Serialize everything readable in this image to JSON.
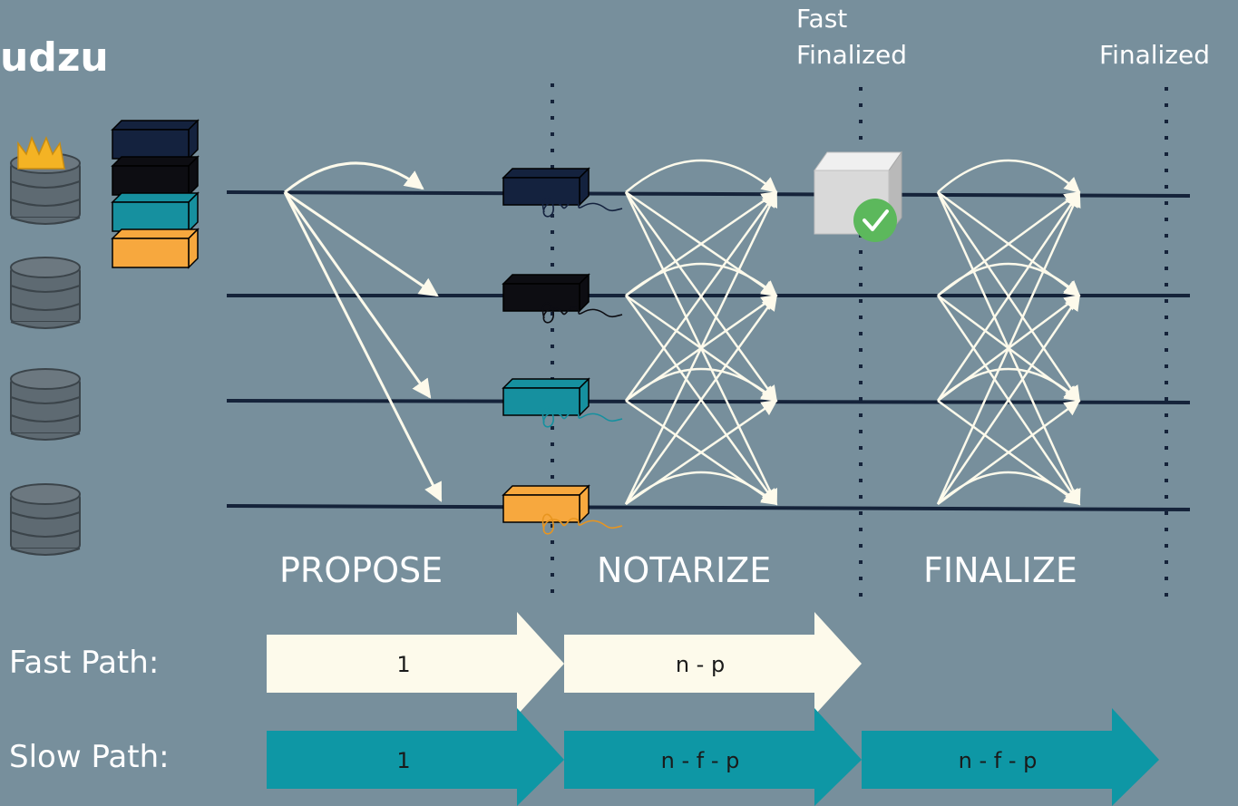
{
  "title": "udzu",
  "headers": {
    "fast_finalized_line1": "Fast",
    "fast_finalized_line2": "Finalized",
    "finalized": "Finalized"
  },
  "phases": {
    "propose": "PROPOSE",
    "notarize": "NOTARIZE",
    "finalize": "FINALIZE"
  },
  "paths": {
    "fast_label": "Fast Path:",
    "slow_label": "Slow Path:",
    "fast_steps": [
      "1",
      "n - p"
    ],
    "slow_steps": [
      "1",
      "n - f - p",
      "n - f - p"
    ]
  },
  "colors": {
    "background": "#778f9c",
    "timeline": "#15233a",
    "block_navy": "#14223e",
    "block_black": "#0d0d12",
    "block_teal": "#16909f",
    "block_orange": "#f7a83e",
    "fast_arrow": "#fdfaeb",
    "slow_arrow": "#0e97a5",
    "crown": "#f4b324",
    "check": "#5cb85c"
  },
  "icons": [
    "crown-icon",
    "database-icon",
    "block-icon",
    "signature-icon",
    "check-icon",
    "finalized-cube-icon"
  ]
}
